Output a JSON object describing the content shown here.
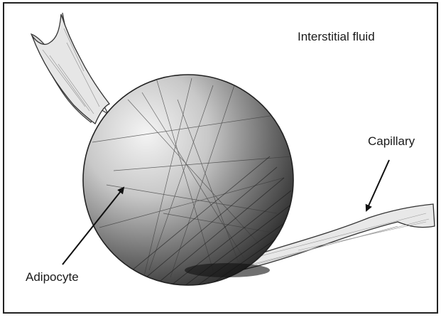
{
  "labels": {
    "interstitial_fluid": "Interstitial fluid",
    "capillary": "Capillary",
    "adipocyte": "Adipocyte"
  },
  "colors": {
    "frame": "#222222",
    "ink": "#1a1a1a",
    "cell_light": "#d9d9d9",
    "cell_dark": "#2a2a2a",
    "vessel_fill": "#e9e9e9"
  }
}
